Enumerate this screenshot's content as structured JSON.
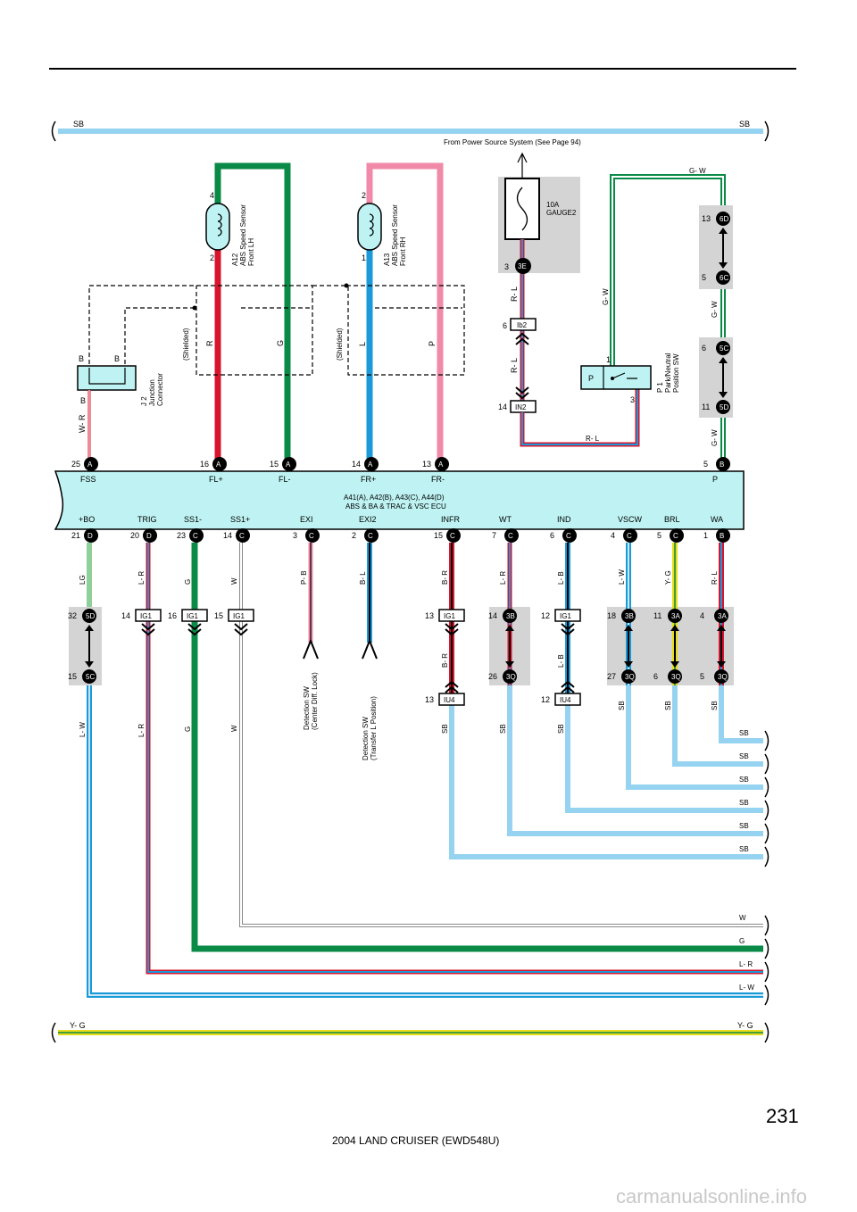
{
  "page": {
    "page_number": "231",
    "footer": "2004 LAND CRUISER (EWD548U)",
    "watermark": "carmanualsonline.info"
  },
  "bus": {
    "top_left": "SB",
    "top_right": "SB",
    "top_note": "From Power Source System (See Page 94)",
    "bottom_left": "Y- G",
    "bottom_right": "Y- G"
  },
  "sensors": {
    "lh": {
      "code": "A12",
      "name1": "ABS Speed Sensor",
      "name2": "Front LH",
      "pin_top": "4",
      "pin_bottom": "2",
      "wire_left": "R",
      "wire_right": "G"
    },
    "rh": {
      "code": "A13",
      "name1": "ABS Speed Sensor",
      "name2": "Front RH",
      "pin_top": "2",
      "pin_bottom": "1",
      "wire_left": "L",
      "wire_right": "P"
    },
    "shielded": "(Shielded)"
  },
  "junction": {
    "code": "J 2",
    "name1": "Junction",
    "name2": "Connector",
    "pin_b": "B",
    "wire": "W- R"
  },
  "fuse": {
    "rating": "10A",
    "name": "GAUGE2",
    "pin": "3",
    "conn": "3E",
    "wire": "R- L"
  },
  "ib2": {
    "pin": "6",
    "label": "Ib2",
    "wire": "R- L"
  },
  "in2": {
    "pin": "14",
    "label": "IN2"
  },
  "pnsw": {
    "code": "P 1",
    "name1": "Park/Neutral",
    "name2": "Position SW",
    "p_label": "P",
    "pin1": "1",
    "pin3": "3",
    "wire_top": "G- W",
    "wire_bottom": "R- L",
    "wire_left": "G- W"
  },
  "right_conns": [
    {
      "pin": "13",
      "label": "6D"
    },
    {
      "pin": "5",
      "label": "6C"
    },
    {
      "pin": "6",
      "label": "5C"
    },
    {
      "pin": "11",
      "label": "5D"
    }
  ],
  "ecu": {
    "title1": "A41(A), A42(B), A43(C), A44(D)",
    "title2": "ABS & BA & TRAC & VSC ECU",
    "top_pins": [
      {
        "pin": "25",
        "conn": "A",
        "term": "FSS"
      },
      {
        "pin": "16",
        "conn": "A",
        "term": "FL+"
      },
      {
        "pin": "15",
        "conn": "A",
        "term": "FL-"
      },
      {
        "pin": "14",
        "conn": "A",
        "term": "FR+"
      },
      {
        "pin": "13",
        "conn": "A",
        "term": "FR-"
      },
      {
        "pin": "5",
        "conn": "B",
        "term": "P"
      }
    ],
    "bottom_pins": [
      {
        "pin": "21",
        "conn": "D",
        "term": "+BO",
        "wire": "LG"
      },
      {
        "pin": "20",
        "conn": "D",
        "term": "TRIG",
        "wire": "L- R"
      },
      {
        "pin": "23",
        "conn": "C",
        "term": "SS1-",
        "wire": "G"
      },
      {
        "pin": "14",
        "conn": "C",
        "term": "SS1+",
        "wire": "W"
      },
      {
        "pin": "3",
        "conn": "C",
        "term": "EXI",
        "wire": "P- B"
      },
      {
        "pin": "2",
        "conn": "C",
        "term": "EXI2",
        "wire": "B- L"
      },
      {
        "pin": "15",
        "conn": "C",
        "term": "INFR",
        "wire": "B- R"
      },
      {
        "pin": "7",
        "conn": "C",
        "term": "WT",
        "wire": "L- R"
      },
      {
        "pin": "6",
        "conn": "C",
        "term": "IND",
        "wire": "L- B"
      },
      {
        "pin": "4",
        "conn": "C",
        "term": "VSCW",
        "wire": "L- W"
      },
      {
        "pin": "5",
        "conn": "C",
        "term": "BRL",
        "wire": "Y- G"
      },
      {
        "pin": "1",
        "conn": "B",
        "term": "WA",
        "wire": "R- L"
      }
    ]
  },
  "mid_conns": [
    {
      "pin": "32",
      "label": "5D"
    },
    {
      "pin": "14",
      "label": "IG1"
    },
    {
      "pin": "16",
      "label": "IG1"
    },
    {
      "pin": "15",
      "label": "IG1"
    },
    {
      "pin": "13",
      "label": "IG1"
    },
    {
      "pin": "14",
      "label": "3B"
    },
    {
      "pin": "12",
      "label": "IG1"
    },
    {
      "pin": "18",
      "label": "3B"
    },
    {
      "pin": "11",
      "label": "3A"
    },
    {
      "pin": "4",
      "label": "3A"
    }
  ],
  "low_conns": [
    {
      "pin": "15",
      "label": "5C"
    },
    {
      "pin": "13",
      "label": "IU4"
    },
    {
      "pin": "26",
      "label": "3Q"
    },
    {
      "pin": "12",
      "label": "IU4"
    },
    {
      "pin": "27",
      "label": "3Q"
    },
    {
      "pin": "6",
      "label": "3Q"
    },
    {
      "pin": "5",
      "label": "3Q"
    }
  ],
  "detection": {
    "exi_1": "Detection SW",
    "exi_2": "(Center Diff. Lock)",
    "exi2_1": "Detection SW",
    "exi2_2": "(Transfer L Position)"
  },
  "lower_wire_labels": {
    "lw": "L- W",
    "lr": "L- R",
    "g": "G",
    "w": "W",
    "infr_mid": "B- R",
    "ind_mid": "L- B",
    "sb": "SB"
  },
  "right_exits": [
    "SB",
    "SB",
    "SB",
    "SB",
    "SB",
    "SB",
    "W",
    "G",
    "L- R",
    "L- W"
  ]
}
